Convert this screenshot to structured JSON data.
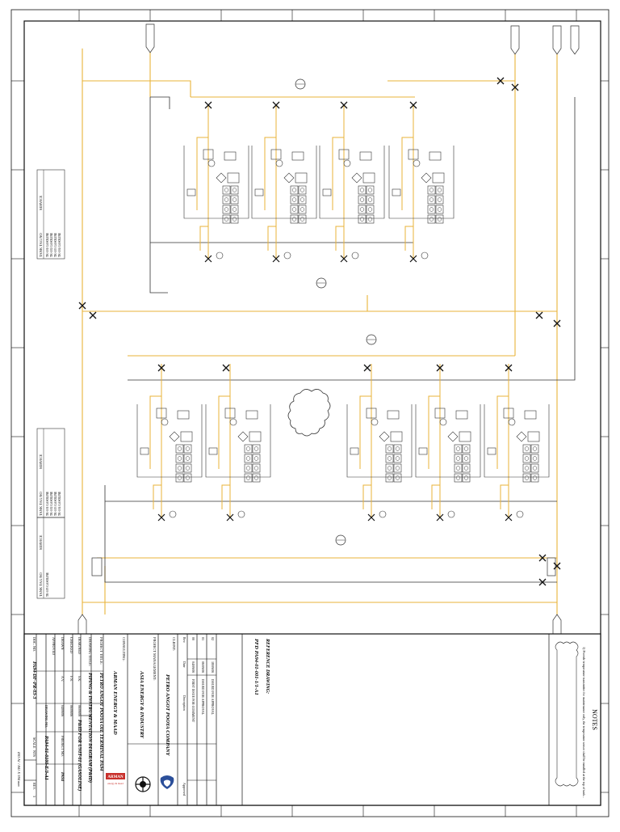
{
  "colors": {
    "process_line": "#e9b33a",
    "instrument_line": "#444444",
    "border": "#111111",
    "logo_red": "#c8302b",
    "logo_blue": "#2b4f9a"
  },
  "title_block": {
    "notes_heading": "NOTES",
    "notes_text": "1) Provide temperature transmitter for maintenance only, the temperature sensor shall be installed at the top of tank...",
    "reference_heading": "REFERENCE DRAWING:",
    "reference_value": "PFD  PA94-01-001-1/1-A1",
    "revision_rows": [
      {
        "rev": "02",
        "date": "18/09/06",
        "desc": "ISSUED FOR APPROVAL"
      },
      {
        "rev": "01",
        "date": "06/09/06",
        "desc": "ISSUED FOR APPROVAL"
      },
      {
        "rev": "00",
        "date": "04/09/06",
        "desc": "FIRST ISSUE FOR COMMENT"
      }
    ],
    "rev_header": {
      "rev": "Rev.",
      "date": "Date",
      "desc": "Description",
      "approved": "Approved"
    },
    "client_label": "CLIENT:",
    "client_name": "PETRO ANGOT POOYA COMPANY",
    "pm_label": "PROJECT MANAGEMENT:",
    "pm_name": "ASIA ENERGY & INDUSTRY",
    "consulting_label": "CONSULTING:",
    "consulting_name": "ARMAN ENERGY & MAAD",
    "project_title_label": "PROJECT TITLE:",
    "project_title": "PETRO ANGOT POOYA OIL TERMINAL  PA94",
    "drawing_title_label": "DRAWING TITLE:",
    "drawing_title": "PIPING & INSTRUMENTATION DIAGRAM (P&ID)",
    "drawing_subtitle": "P&ID FOR UNIT-01 (GASOLINE)",
    "designed_label": "DESIGNED",
    "checked_label": "CHECKED",
    "drawn_label": "DRAWN",
    "approved_label": "APPROVED",
    "signature_label": "SIGNATURE",
    "date_label": "DATE",
    "designed_by": "S.K.",
    "designed_date": "06/09/06",
    "checked_by": "F.N.",
    "checked_date": "06/09/06",
    "drawn_by": "A.V.",
    "drawn_date": "04/09/06",
    "project_no_label": "PROJECT NO.",
    "project_no": "PA94",
    "drawing_no_label": "DRAWING NO.",
    "drawing_no": "PA94-01-0100-E/3-A1",
    "doc_no_label": "DOC. NO.",
    "doc_no": "PA94-DF-PR-03-3",
    "scale_label": "SCALE",
    "scale": "NTS",
    "rev_label": "REV.",
    "rev_no": "3",
    "sheet_size_note": "ISO A1 / 841 X 594 mm",
    "logo_text": "ARMAN",
    "logo_subtext": "energy & maad"
  },
  "legend_text": {
    "heading_a": "TANK TAG NO",
    "heading_b": "SERVICE",
    "lines": [
      "TK-101 GASOLINE",
      "TK-102 GASOLINE",
      "TK-103 GASOLINE",
      "TK-104 GASOLINE",
      "TK-105 GASOLINE"
    ]
  }
}
